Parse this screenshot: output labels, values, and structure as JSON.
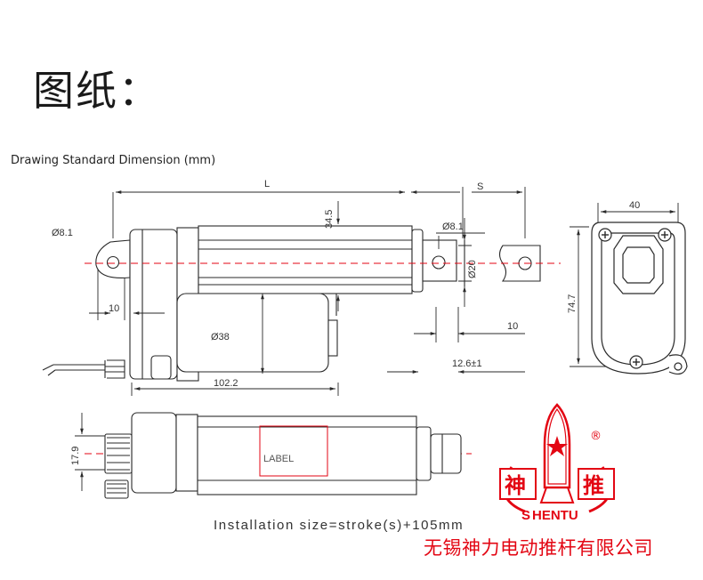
{
  "page_title": "图纸：",
  "subtitle": "Drawing Standard Dimension (mm)",
  "installation_note": "Installation size=stroke(s)+105mm",
  "company_name": "无锡神力电动推杆有限公司",
  "drawing": {
    "dimensions": {
      "length": "L",
      "stroke": "S",
      "height_34_5": "34.5",
      "rear_hole": "Ø8.1",
      "front_hole": "Ø8.1",
      "rod_diameter": "Ø20",
      "motor_diameter": "Ø38",
      "rear_offset": "10",
      "front_offset": "10",
      "rod_end": "12.6±1",
      "motor_length": "102.2",
      "end_width": "40",
      "end_height": "74.7",
      "bottom_height": "17.9"
    },
    "label_text": "LABEL"
  },
  "logo": {
    "left_char": "神",
    "right_char": "推",
    "brand": "HENTU",
    "registered": "®",
    "color": "#e30613"
  },
  "colors": {
    "line": "#2a2a2a",
    "centerline": "#e30613"
  }
}
